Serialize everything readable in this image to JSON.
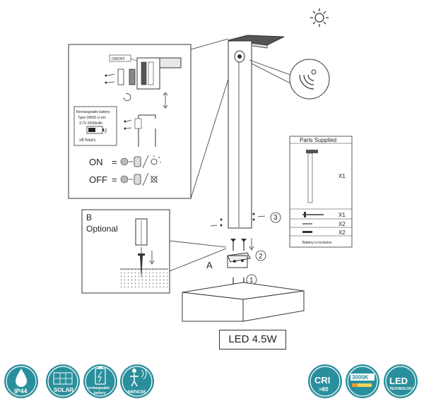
{
  "detail_panel": {
    "switch_label": "ON/OFF",
    "battery_box": {
      "title": "Rechargeable battery",
      "type": "Type:18650 Li-ion",
      "rating": "3.7V 2000mAh",
      "charge_time": "≥8 hours"
    },
    "on_label": "ON",
    "off_label": "OFF",
    "equals": "="
  },
  "optional_panel": {
    "letter": "B",
    "title": "Optional"
  },
  "steps": {
    "step1": "1",
    "step2": "2",
    "step3": "3",
    "label_a": "A"
  },
  "parts_supplied": {
    "title": "Parts Supplied",
    "rows": [
      {
        "qty": "X1"
      },
      {
        "qty": "X1"
      },
      {
        "qty": "X2"
      },
      {
        "qty": "X2"
      }
    ],
    "note": "Battery is inclusive"
  },
  "power_label": "LED 4.5W",
  "badges": {
    "ip": "IP44",
    "solar": "SOLAR",
    "battery_line1": "rechargeable",
    "battery_line2": "battery",
    "sensor": "sencor",
    "cri": "CRI",
    "cri_value": ">80",
    "cct": "3000K",
    "led": "LED",
    "led_sub": "TECHNOLOGY"
  },
  "colors": {
    "badge_teal": "#2a8f9c",
    "line": "#333333",
    "ground": "#c8c8c8"
  },
  "icons": [
    "sun-icon",
    "motion-sensor-icon",
    "light-bulb-icon",
    "light-bulb-off-icon",
    "ip44-droplet-icon",
    "solar-panel-icon",
    "battery-icon",
    "person-sensor-icon",
    "cri-icon",
    "cct-icon",
    "led-icon"
  ]
}
